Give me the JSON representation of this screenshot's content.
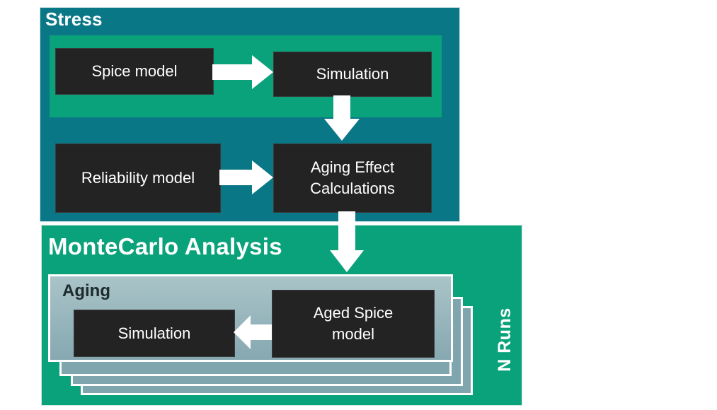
{
  "diagram": {
    "stress_section": {
      "title": "Stress",
      "nodes": {
        "spice_model": "Spice model",
        "simulation": "Simulation",
        "reliability_model": "Reliability model",
        "aging_effect_line1": "Aging Effect",
        "aging_effect_line2": "Calculations"
      }
    },
    "montecarlo_section": {
      "title": "MonteCarlo Analysis",
      "aging_title": "Aging",
      "nodes": {
        "simulation": "Simulation",
        "aged_spice_line1": "Aged Spice",
        "aged_spice_line2": "model"
      },
      "repeat_label": "N Runs"
    },
    "edges": [
      {
        "from": "Spice model",
        "to": "Simulation"
      },
      {
        "from": "Simulation",
        "to": "Aging Effect Calculations"
      },
      {
        "from": "Reliability model",
        "to": "Aging Effect Calculations"
      },
      {
        "from": "Aging Effect Calculations",
        "to": "MonteCarlo Analysis"
      },
      {
        "from": "Aged Spice model",
        "to": "Simulation (Aging)"
      }
    ],
    "colors": {
      "stress_bg": "#0a7787",
      "green_bg": "#0aa27a",
      "node_bg": "#232323",
      "aging_sheet": "#86a8b1",
      "arrow": "#ffffff"
    }
  }
}
